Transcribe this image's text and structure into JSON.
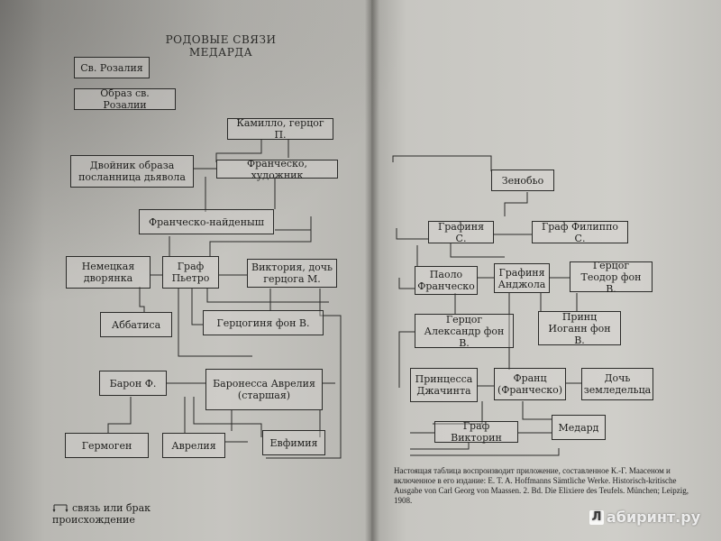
{
  "title": "РОДОВЫЕ СВЯЗИ МЕДАРДА",
  "nodes": {
    "rozalia": "Св. Розалия",
    "obraz_rozalii": "Образ св. Розалии",
    "kamillo": "Камилло, герцог П.",
    "dvoinik": "Двойник образа посланница дьявола",
    "francesco_hud": "Франческо, художник",
    "francesco_naid": "Франческо-найденыш",
    "nem_dvor": "Немецкая дворянка",
    "graf_pietro": "Граф Пьетро",
    "viktoria": "Виктория, дочь герцога М.",
    "abbatisa": "Аббатиса",
    "gercoginya": "Герцогиня фон В.",
    "baron_f": "Барон Ф.",
    "baronessa": "Баронесса Аврелия (старшая)",
    "germogen": "Гермоген",
    "avrelia": "Аврелия",
    "evfimia": "Евфимия",
    "zenobio": "Зенобьо",
    "grafinya_s": "Графиня С.",
    "graf_filippo": "Граф Филиппо С.",
    "paolo": "Паоло Франческо",
    "grafinya_and": "Графиня Анджола",
    "gercog_teodor": "Герцог Теодор фон В.",
    "gercog_alex": "Герцог Александр фон В.",
    "princ_iogann": "Принц Иоганн фон В.",
    "princessa": "Принцесса Джачинта",
    "franc": "Франц (Франческо)",
    "doch_zeml": "Дочь земледельца",
    "graf_viktorin": "Граф Викторин",
    "medard": "Медард"
  },
  "legend": {
    "link_label": "связь или брак",
    "origin_label": "происхождение"
  },
  "note": "Настоящая таблица воспроизводит приложение, составленное К.-Г. Маасеном и включенное в его издание: E. T. A. Hoffmanns Sämtliche Werke. Historisch-kritische Ausgabe von Carl Georg von Maassen. 2. Bd. Die Elixiere des Teufels. München; Leipzig, 1908.",
  "watermark": {
    "logo_letter": "Л",
    "text": "абиринт.ру"
  }
}
